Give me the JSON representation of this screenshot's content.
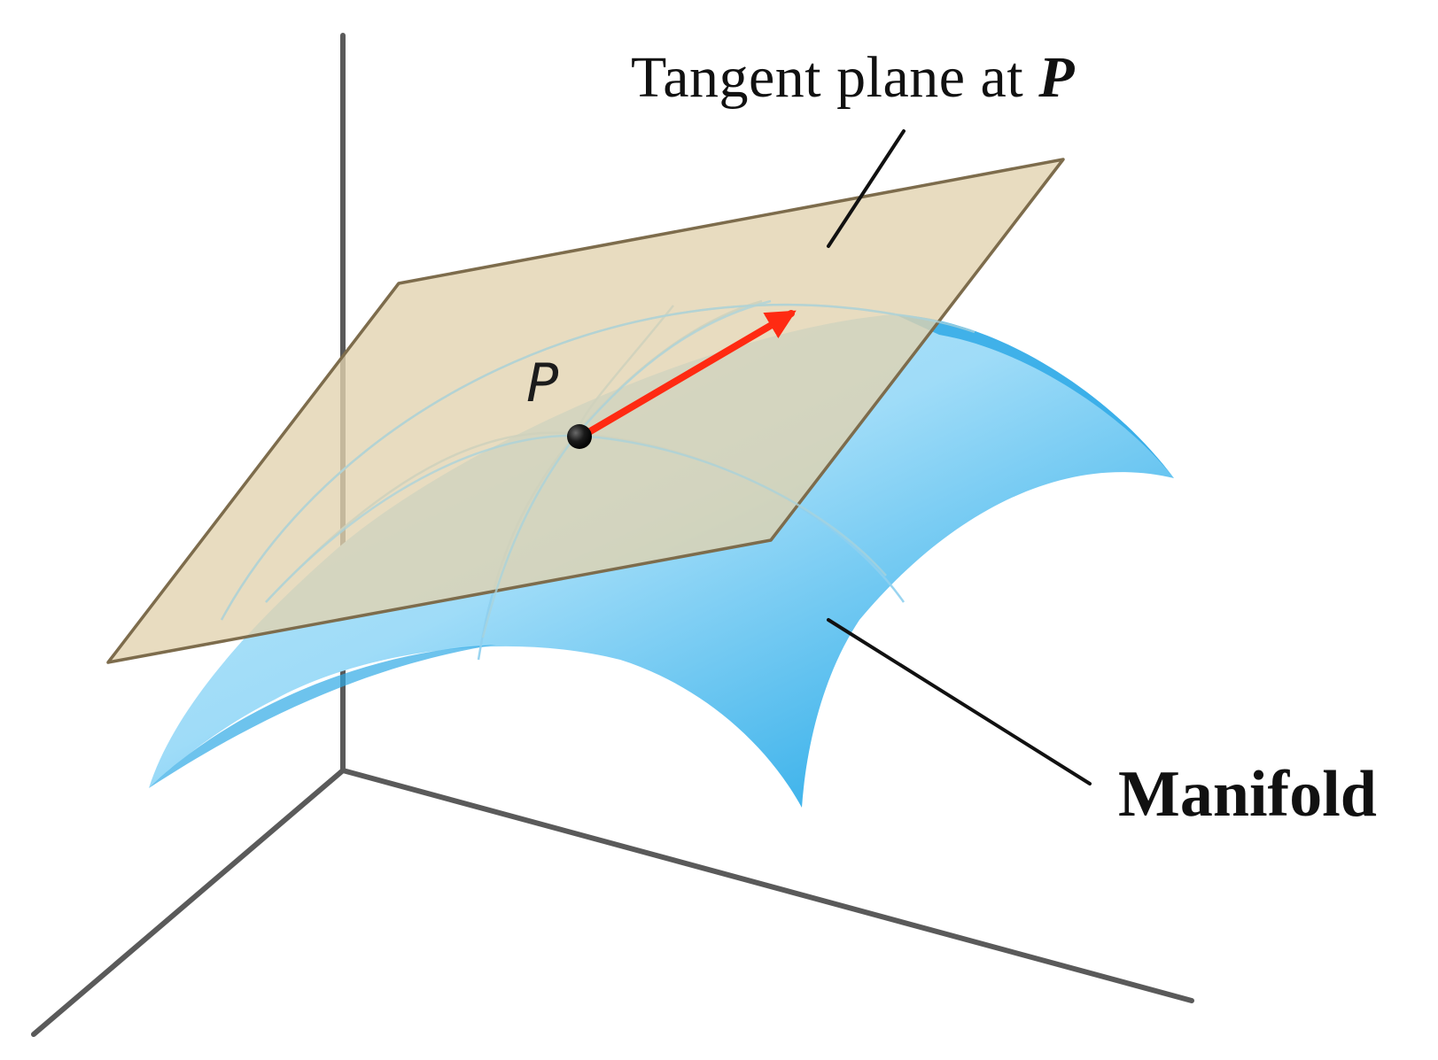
{
  "labels": {
    "tangent_plane_prefix": "Tangent plane at ",
    "tangent_plane_symbol": "P",
    "manifold": "Manifold",
    "point": "P"
  },
  "colors": {
    "axes": "#5a5a5a",
    "manifold_light": "#c9ecfb",
    "manifold_dark": "#2aa6e4",
    "plane_fill": "#e3d4b3",
    "plane_edge": "#7d6c4c",
    "vector": "#ff2a12",
    "point": "#1a1a1a",
    "leader_lines": "#111111"
  },
  "elements": {
    "axes": "three-axis-frame",
    "surface": "saddle-manifold",
    "plane": "tangent-plane",
    "vector": "tangent-vector-arrow",
    "point": "point-p"
  }
}
